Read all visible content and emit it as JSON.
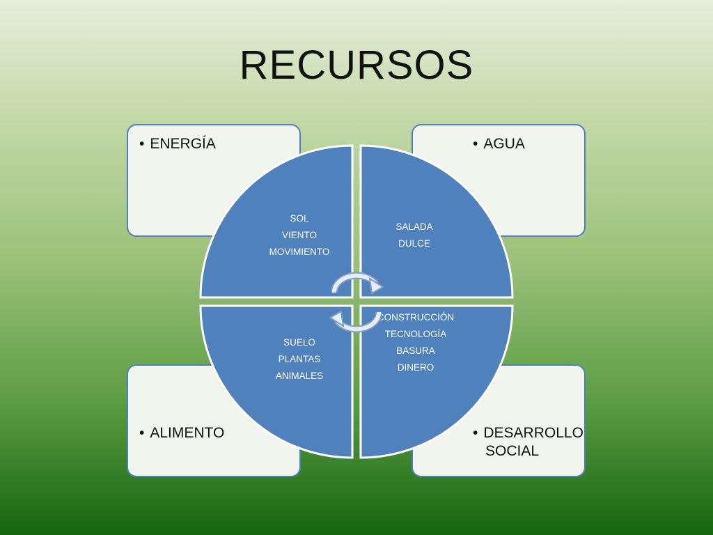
{
  "title": "RECURSOS",
  "corners": {
    "top_left": {
      "label": "ENERGÍA"
    },
    "top_right": {
      "label": "AGUA"
    },
    "bottom_left": {
      "label": "ALIMENTO"
    },
    "bottom_right": {
      "label": "DESARROLLO SOCIAL"
    }
  },
  "quadrants": {
    "top_left": {
      "items": [
        "SOL",
        "VIENTO",
        "MOVIMIENTO"
      ]
    },
    "top_right": {
      "items": [
        "SALADA",
        "DULCE"
      ]
    },
    "bottom_left": {
      "items": [
        "SUELO",
        "PLANTAS",
        "ANIMALES"
      ]
    },
    "bottom_right": {
      "items": [
        "CONSTRUCCIÓN",
        "TECNOLOGÍA",
        "BASURA",
        "DINERO"
      ]
    }
  },
  "colors": {
    "quadrant_fill": "#4f81bd",
    "box_border": "#4f7fbd",
    "box_fill": "#f2f5ee"
  },
  "icons": {
    "center": "cycle-arrows-icon"
  }
}
